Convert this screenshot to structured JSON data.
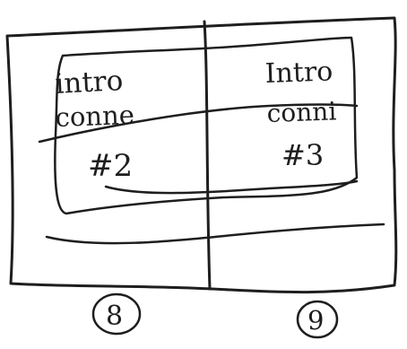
{
  "sketch": {
    "ink_color": "#1e1e1e",
    "paper_color": "#ffffff",
    "left_panel": {
      "line1": "intro",
      "line2": "conne",
      "line3": "#2",
      "page_number": "8"
    },
    "right_panel": {
      "line1": "Intro",
      "line2": "conni",
      "line3": "#3",
      "page_number": "9"
    }
  }
}
